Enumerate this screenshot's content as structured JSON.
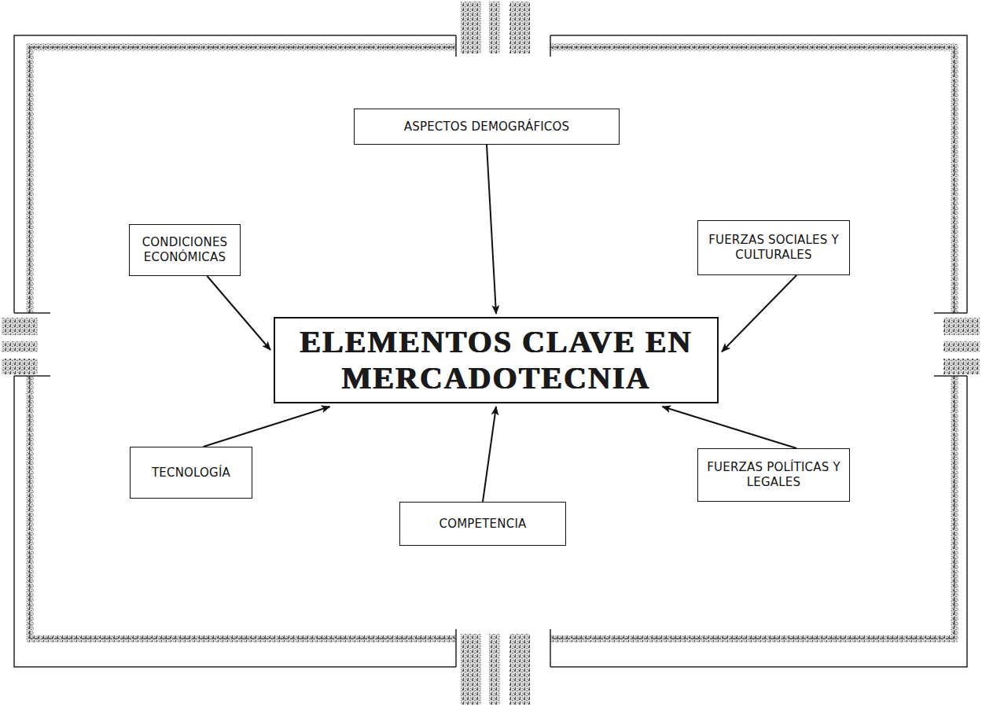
{
  "diagram": {
    "nodes": [
      {
        "text": [
          "ASPECTOS DEMOGRÁFICOS"
        ]
      },
      {
        "text": [
          "CONDICIONES ECONÓMICAS"
        ]
      },
      {
        "text": [
          "FUERZAS SOCIALES Y CULTURALES"
        ]
      },
      {
        "text": [
          "ELEMENTOS CLAVE EN MERCADOTECNIA"
        ]
      },
      {
        "text": [
          "TECNOLOGÍA"
        ]
      },
      {
        "text": [
          "FUERZAS POLÍTICAS Y LEGALES"
        ]
      },
      {
        "text": [
          "COMPETENCIA"
        ]
      }
    ],
    "edges": [
      {
        "from": 0,
        "to": 3,
        "arrow": "to"
      },
      {
        "from": 1,
        "to": 3,
        "arrow": "to"
      },
      {
        "from": 2,
        "to": 3,
        "arrow": "to"
      },
      {
        "from": 4,
        "to": 3,
        "arrow": "to"
      },
      {
        "from": 5,
        "to": 3,
        "arrow": "to"
      },
      {
        "from": 6,
        "to": 3,
        "arrow": "to"
      }
    ]
  }
}
